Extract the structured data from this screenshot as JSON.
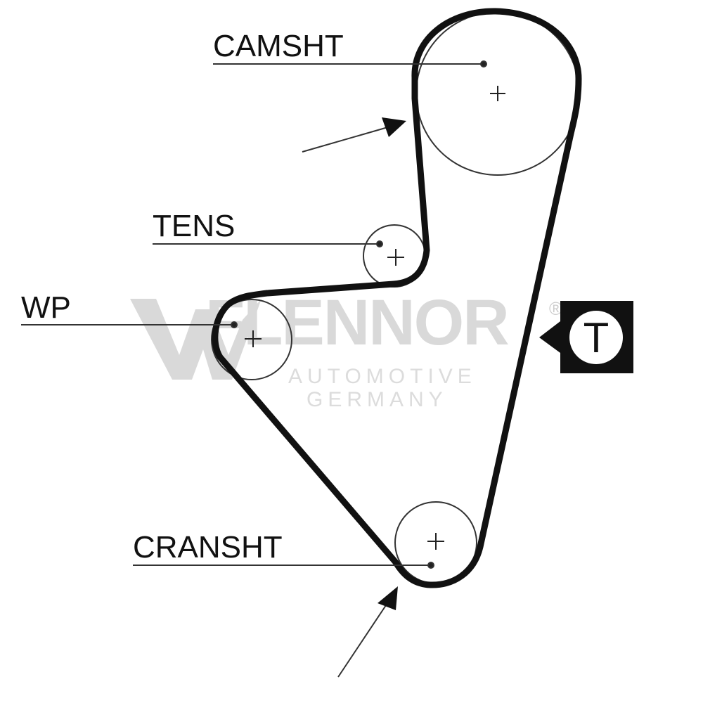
{
  "labels": {
    "camshaft": "CAMSHT",
    "tensioner": "TENS",
    "water_pump": "WP",
    "crankshaft": "CRANSHT"
  },
  "watermark": {
    "brand": "FLENNOR",
    "registered": "®",
    "line1": "AUTOMOTIVE",
    "line2": "GERMANY"
  },
  "tension_badge": {
    "letter": "T"
  },
  "colors": {
    "belt": "#111111",
    "pulley_outline": "#333333",
    "watermark": "#d9d9d9",
    "badge_background": "#111111"
  },
  "icons": {
    "rotation_arrow_top": "arrow-icon",
    "rotation_arrow_bottom": "arrow-icon",
    "tension_badge": "tension-t-icon"
  }
}
